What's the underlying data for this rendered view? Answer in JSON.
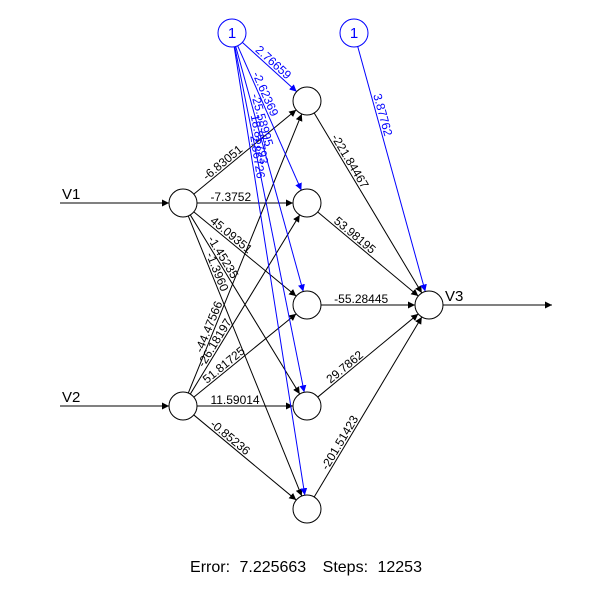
{
  "diagram": {
    "colors": {
      "weight": "#000000",
      "bias": "#0000ff",
      "node": "#000000",
      "background": "#ffffff"
    },
    "inputs": [
      {
        "id": "in1",
        "label": "V1"
      },
      {
        "id": "in2",
        "label": "V2"
      }
    ],
    "output": {
      "id": "out",
      "label": "V3"
    },
    "bias_nodes": [
      {
        "id": "b1",
        "label": "1"
      },
      {
        "id": "b2",
        "label": "1"
      }
    ],
    "hidden": [
      {
        "id": "h1"
      },
      {
        "id": "h2"
      },
      {
        "id": "h3"
      },
      {
        "id": "h4"
      },
      {
        "id": "h5"
      }
    ],
    "weights": [
      {
        "from": "in1",
        "to": "h1",
        "label": "-6.83051"
      },
      {
        "from": "in1",
        "to": "h2",
        "label": "-7.3752"
      },
      {
        "from": "in1",
        "to": "h3",
        "label": "45.09351"
      },
      {
        "from": "in1",
        "to": "h4",
        "label": "-1.45235"
      },
      {
        "from": "in1",
        "to": "h5",
        "label": "-1.3960"
      },
      {
        "from": "in2",
        "to": "h1",
        "label": "-44.47566"
      },
      {
        "from": "in2",
        "to": "h2",
        "label": "-26.18197"
      },
      {
        "from": "in2",
        "to": "h3",
        "label": "51.81725"
      },
      {
        "from": "in2",
        "to": "h4",
        "label": "11.59014"
      },
      {
        "from": "in2",
        "to": "h5",
        "label": "-0.85236"
      },
      {
        "from": "h1",
        "to": "out",
        "label": "-221.84467"
      },
      {
        "from": "h2",
        "to": "out",
        "label": "53.98195"
      },
      {
        "from": "h3",
        "to": "out",
        "label": "-55.28445"
      },
      {
        "from": "h4",
        "to": "out",
        "label": "29.7862"
      },
      {
        "from": "h5",
        "to": "out",
        "label": "-201.51423"
      }
    ],
    "biases": [
      {
        "from": "b1",
        "to": "h1",
        "label": "2.76659"
      },
      {
        "from": "b1",
        "to": "h2",
        "label": "-2.62369"
      },
      {
        "from": "b1",
        "to": "h3",
        "label": "-25.58995"
      },
      {
        "from": "b1",
        "to": "h4",
        "label": "18.85793"
      },
      {
        "from": "b1",
        "to": "h5",
        "label": "2.86726"
      },
      {
        "from": "b2",
        "to": "out",
        "label": "3.87762"
      }
    ],
    "footer": {
      "error_label": "Error:",
      "error_value": "7.225663",
      "steps_label": "Steps:",
      "steps_value": "12253"
    }
  }
}
